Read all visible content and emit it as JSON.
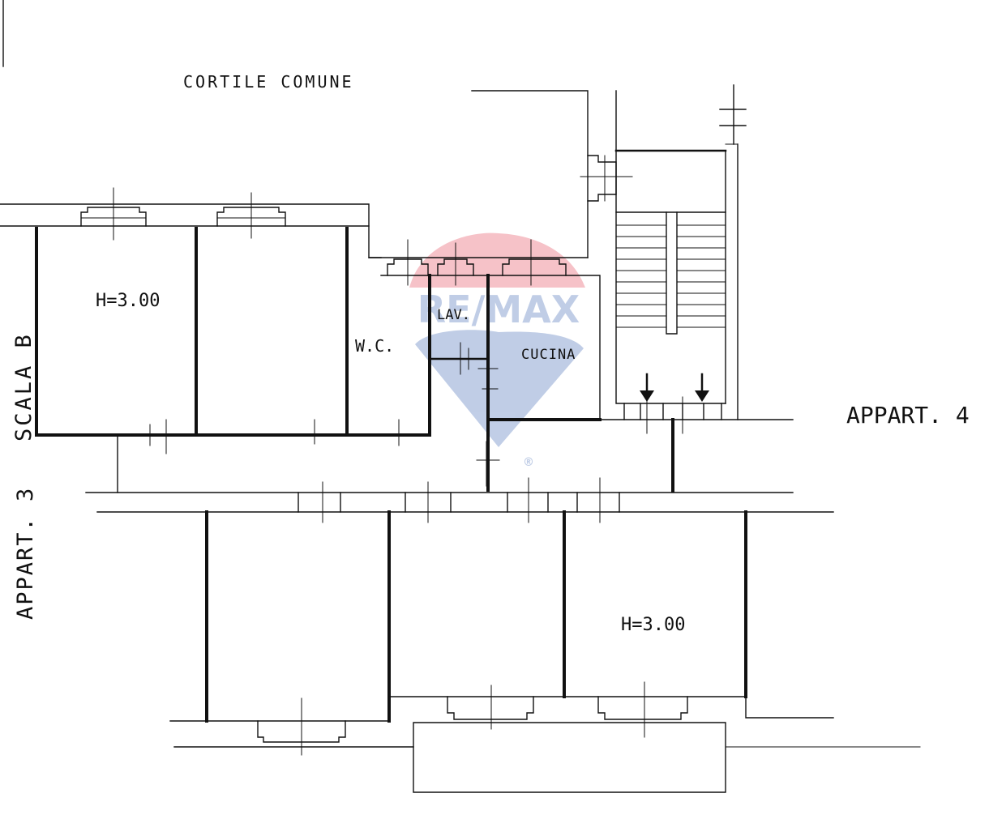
{
  "labels": {
    "courtyard": "CORTILE COMUNE",
    "height_top": "H=3.00",
    "height_bottom": "H=3.00",
    "wc": "W.C.",
    "laundry": "LAV.",
    "kitchen": "CUCINA",
    "stair": "SCALA B",
    "apartment_left": "APPART. 3",
    "apartment_right": "APPART. 4"
  },
  "watermark": {
    "text": "RE/MAX",
    "registered": "®",
    "colors": {
      "red": "#e0283c",
      "blue": "#1f4fa8"
    }
  },
  "colors": {
    "line": "#111111",
    "background": "#ffffff"
  }
}
